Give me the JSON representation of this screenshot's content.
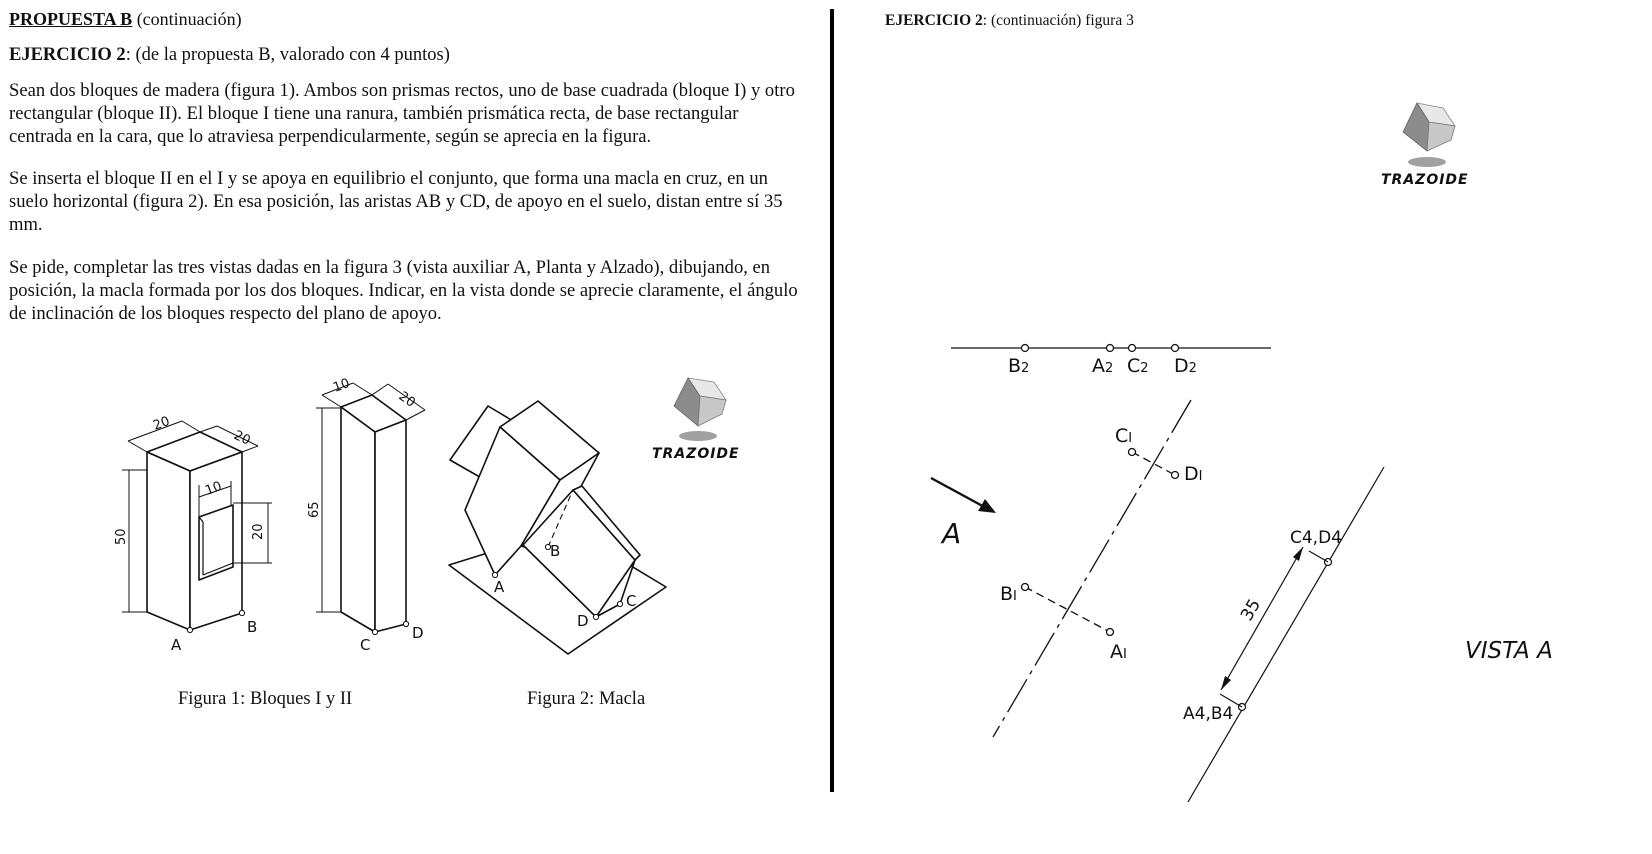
{
  "left": {
    "heading": {
      "title": "PROPUESTA B",
      "subtitle": " (continuación)"
    },
    "exercise": {
      "title": "EJERCICIO 2",
      "detail": ": (de la propuesta B, valorado con 4 puntos)"
    },
    "paragraphs": [
      "Sean dos bloques de madera (figura 1). Ambos son prismas rectos, uno de base cuadrada (bloque I) y otro rectangular (bloque II). El bloque I tiene una ranura, también prismática recta, de base rectangular centrada en la cara, que lo atraviesa perpendicularmente, según se aprecia en la figura.",
      "Se inserta el bloque II en el I y se apoya en equilibrio el conjunto, que forma una macla en cruz, en un suelo horizontal (figura 2). En esa posición, las aristas AB y CD, de apoyo en el suelo, distan entre sí 35 mm.",
      "Se pide, completar las tres vistas dadas en la figura 3 (vista auxiliar A, Planta y Alzado), dibujando, en posición, la macla formada por los dos bloques. Indicar, en la vista donde se aprecie claramente, el ángulo de inclinación de los bloques respecto del plano de apoyo."
    ],
    "figure1": {
      "caption": "Figura 1: Bloques I y II",
      "dims": {
        "w": "20",
        "d": "20",
        "slot_w": "10",
        "slot_h": "20",
        "h": "50",
        "b2_w": "10",
        "b2_d": "20",
        "b2_h": "65"
      },
      "points": {
        "a": "A",
        "b": "B",
        "c": "C",
        "d": "D"
      }
    },
    "figure2": {
      "caption": "Figura 2: Macla",
      "points": {
        "a": "A",
        "b": "B",
        "c": "C",
        "d": "D"
      }
    },
    "logo": "TRAZOIDE"
  },
  "right": {
    "heading": {
      "title": "EJERCICIO 2",
      "detail": ": (continuación) figura 3"
    },
    "logo": "TRAZOIDE",
    "alzado": {
      "b2": "B",
      "a2": "A",
      "c2": "C",
      "d2": "D",
      "sub": "2"
    },
    "planta": {
      "c1": "C",
      "d1": "D",
      "b1": "B",
      "a1": "A",
      "sub": "I"
    },
    "arrow_label": "A",
    "vista": {
      "cd": "C4,D4",
      "ab": "A4,B4",
      "distance": "35",
      "title": "VISTA A"
    }
  }
}
